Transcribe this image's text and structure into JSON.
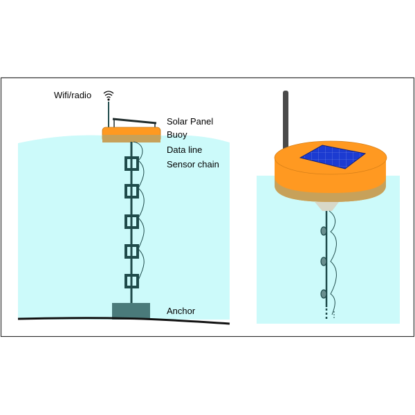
{
  "labels": {
    "wifi_radio": "Wifi/radio",
    "solar_panel": "Solar Panel",
    "buoy": "Buoy",
    "data_line": "Data line",
    "sensor_chain": "Sensor chain",
    "anchor": "Anchor"
  },
  "colors": {
    "water": "#ccfafa",
    "buoy_orange": "#ff9921",
    "buoy_tan": "#c7a15a",
    "chain_dark": "#1f4b4b",
    "anchor": "#4a7a7a",
    "panel_blue": "#1c3bd1",
    "seabed": "#111111",
    "frame_border": "#333333"
  },
  "icons": {
    "wifi": "wifi-icon"
  },
  "sensor_count_left": 5,
  "sensor_count_right": 3
}
